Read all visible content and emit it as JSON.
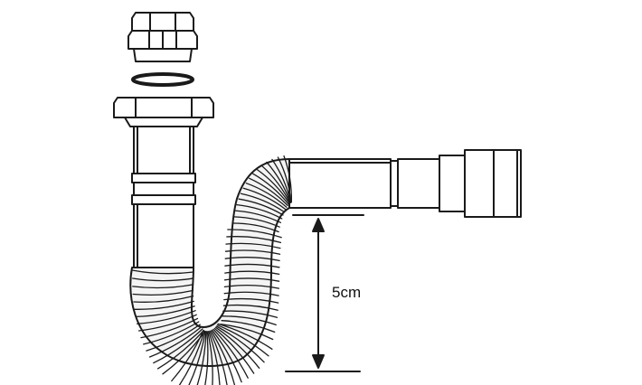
{
  "dimension": {
    "label": "5cm"
  },
  "parts": [
    {
      "name": "cap-nut"
    },
    {
      "name": "sealing-ring"
    },
    {
      "name": "upper-coupling"
    },
    {
      "name": "vertical-pipe"
    },
    {
      "name": "flexible-corrugated-hose"
    },
    {
      "name": "horizontal-pipe"
    },
    {
      "name": "stepped-adapter-end"
    }
  ],
  "colors": {
    "stroke": "#1a1a1a",
    "fill": "#ffffff",
    "hose_band": "#f4f4f4"
  }
}
